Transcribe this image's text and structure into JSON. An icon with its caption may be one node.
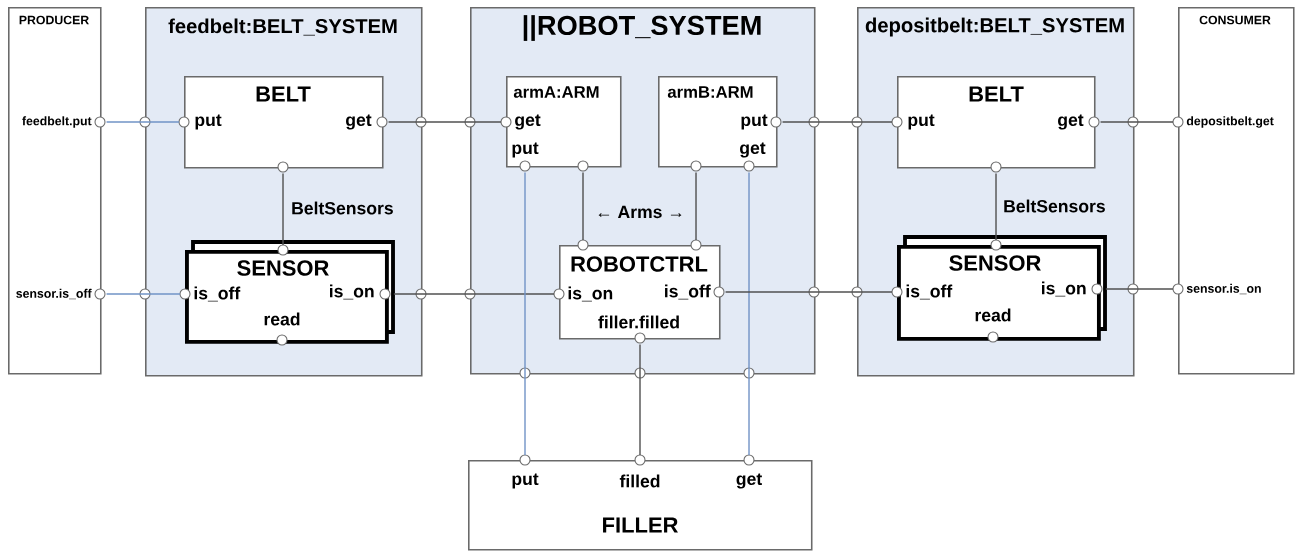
{
  "diagram": {
    "nodes": [
      {
        "text": [
          "PRODUCER",
          "feedbelt.put",
          "sensor.is_off"
        ]
      },
      {
        "text": [
          "feedbelt:BELT_SYSTEM"
        ]
      },
      {
        "text": [
          "BELT",
          "put",
          "get"
        ],
        "in": 1
      },
      {
        "text": [
          "SENSOR",
          "is_off",
          "is_on",
          "read"
        ],
        "in": 1
      },
      {
        "text": [
          "||ROBOT_SYSTEM"
        ]
      },
      {
        "text": [
          "armA:ARM",
          "get",
          "put"
        ],
        "in": 4
      },
      {
        "text": [
          "armB:ARM",
          "put",
          "get"
        ],
        "in": 4
      },
      {
        "text": [
          "ROBOTCTRL",
          "is_on",
          "is_off",
          "filler.filled"
        ],
        "in": 4
      },
      {
        "text": [
          "depositbelt:BELT_SYSTEM"
        ]
      },
      {
        "text": [
          "BELT",
          "put",
          "get"
        ],
        "in": 8
      },
      {
        "text": [
          "SENSOR",
          "is_off",
          "is_on",
          "read"
        ],
        "in": 8
      },
      {
        "text": [
          "CONSUMER",
          "depositbelt.get",
          "sensor.is_on"
        ]
      },
      {
        "text": [
          "put",
          "filled",
          "get",
          "FILLER"
        ]
      }
    ],
    "edges": [
      {
        "from": 0,
        "to": 2,
        "arrow": "none",
        "color": "#7193c6"
      },
      {
        "from": 2,
        "to": 5,
        "arrow": "none"
      },
      {
        "from": 2,
        "to": 3,
        "arrow": "none",
        "label": "BeltSensors"
      },
      {
        "from": 0,
        "to": 3,
        "arrow": "none",
        "color": "#7193c6"
      },
      {
        "from": 3,
        "to": 7,
        "arrow": "none"
      },
      {
        "from": 5,
        "to": 7,
        "arrow": "none"
      },
      {
        "from": 6,
        "to": 7,
        "arrow": "none"
      },
      {
        "from": 5,
        "to": 12,
        "arrow": "none",
        "color": "#7193c6"
      },
      {
        "from": 6,
        "to": 12,
        "arrow": "none",
        "color": "#7193c6"
      },
      {
        "from": 7,
        "to": 12,
        "arrow": "none"
      },
      {
        "from": 6,
        "to": 9,
        "arrow": "none"
      },
      {
        "from": 7,
        "to": 10,
        "arrow": "none"
      },
      {
        "from": 9,
        "to": 10,
        "arrow": "none",
        "label": "BeltSensors"
      },
      {
        "from": 9,
        "to": 11,
        "arrow": "none"
      },
      {
        "from": 10,
        "to": 11,
        "arrow": "none"
      }
    ],
    "labels": [
      "← Arms →"
    ]
  }
}
